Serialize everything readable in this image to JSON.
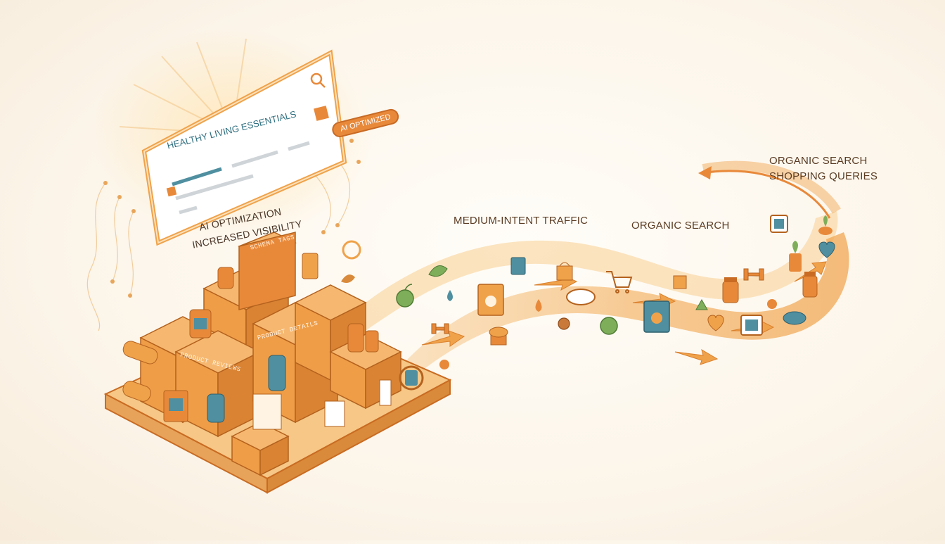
{
  "card": {
    "title": "HEALTHY LIVING ESSENTIALS",
    "badge": "AI OPTIMIZED"
  },
  "labels": {
    "ai_optimization": "AI OPTIMIZATION",
    "increased_visibility": "INCREASED VISIBILITY",
    "medium_intent": "MEDIUM-INTENT TRAFFIC",
    "organic_search": "ORGANIC SEARCH",
    "organic_search_top": "ORGANIC SEARCH",
    "shopping_queries": "SHOPPING QUERIES"
  },
  "boxes": {
    "schema_tags": "SCHEMA TAGS",
    "product_details": "PRODUCT DETAILS",
    "product_reviews": "PRODUCT REVIEWS"
  },
  "icons": [
    "apple-icon",
    "leaf-icon",
    "water-drop-icon",
    "dumbbell-icon",
    "product-bag-icon",
    "shopping-bag-icon",
    "cart-icon",
    "heart-icon",
    "supplement-jar-icon",
    "plant-icon",
    "muffin-icon",
    "tablet-icon"
  ],
  "colors": {
    "accent": "#f0a24a",
    "accent_dark": "#c96b22",
    "teal": "#4f8fa0",
    "green": "#7fae5a",
    "background": "#fcf5ea"
  }
}
